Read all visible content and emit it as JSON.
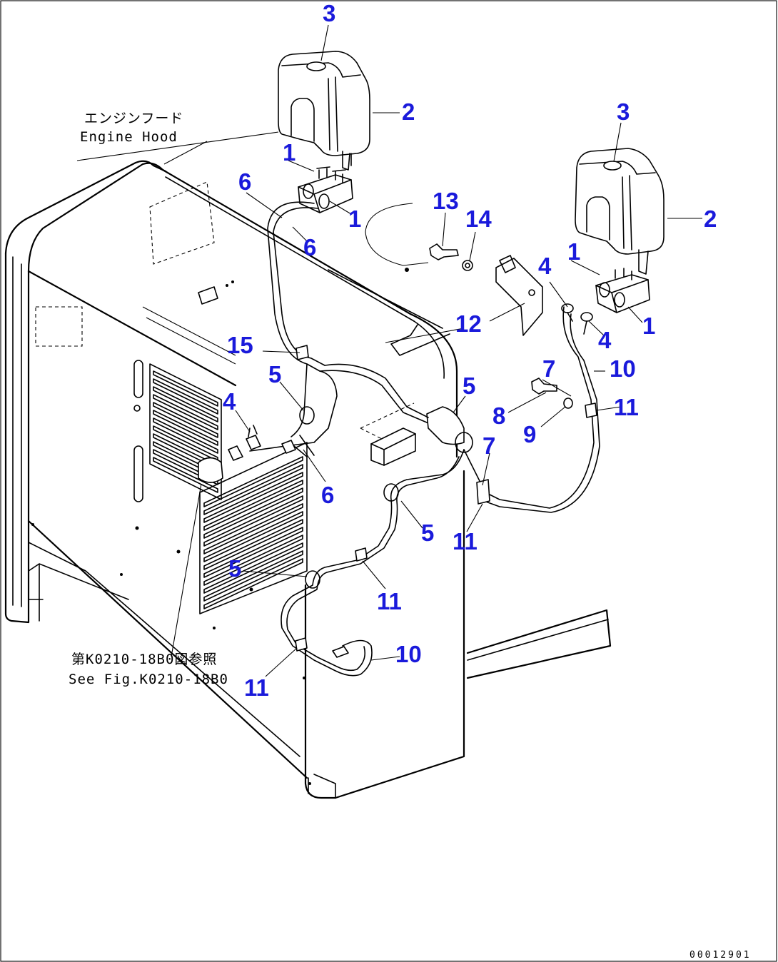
{
  "diagram": {
    "labels": {
      "hood_jp": "エンジンフード",
      "hood_en": "Engine Hood",
      "ref_jp": "第K0210-18B0図参照",
      "ref_en": "See Fig.K0210-18B0",
      "drawing_code": "00012901"
    },
    "callouts": [
      {
        "id": "c3a",
        "text": "3"
      },
      {
        "id": "c2a",
        "text": "2"
      },
      {
        "id": "c1a",
        "text": "1"
      },
      {
        "id": "c1b",
        "text": "1"
      },
      {
        "id": "c6a",
        "text": "6"
      },
      {
        "id": "c6b",
        "text": "6"
      },
      {
        "id": "c13",
        "text": "13"
      },
      {
        "id": "c14",
        "text": "14"
      },
      {
        "id": "c12",
        "text": "12"
      },
      {
        "id": "c3b",
        "text": "3"
      },
      {
        "id": "c2b",
        "text": "2"
      },
      {
        "id": "c1c",
        "text": "1"
      },
      {
        "id": "c1d",
        "text": "1"
      },
      {
        "id": "c4a",
        "text": "4"
      },
      {
        "id": "c4b",
        "text": "4"
      },
      {
        "id": "c15",
        "text": "15"
      },
      {
        "id": "c5a",
        "text": "5"
      },
      {
        "id": "c5b",
        "text": "5"
      },
      {
        "id": "c4c",
        "text": "4"
      },
      {
        "id": "c7a",
        "text": "7"
      },
      {
        "id": "c10a",
        "text": "10"
      },
      {
        "id": "c11a",
        "text": "11"
      },
      {
        "id": "c8",
        "text": "8"
      },
      {
        "id": "c9",
        "text": "9"
      },
      {
        "id": "c7b",
        "text": "7"
      },
      {
        "id": "c6c",
        "text": "6"
      },
      {
        "id": "c5c",
        "text": "5"
      },
      {
        "id": "c11b",
        "text": "11"
      },
      {
        "id": "c5d",
        "text": "5"
      },
      {
        "id": "c11c",
        "text": "11"
      },
      {
        "id": "c10b",
        "text": "10"
      },
      {
        "id": "c11d",
        "text": "11"
      }
    ]
  },
  "colors": {
    "callout": "#1a1adb",
    "line": "#000000",
    "background": "#ffffff"
  }
}
